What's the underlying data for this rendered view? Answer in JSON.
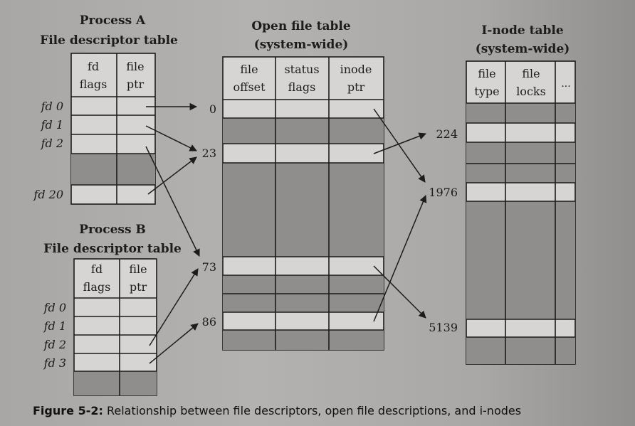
{
  "process_a": {
    "title": "Process A",
    "subtitle": "File descriptor table",
    "col1": [
      "fd",
      "flags"
    ],
    "col2": [
      "file",
      "ptr"
    ],
    "fds": [
      "fd 0",
      "fd 1",
      "fd 2",
      "fd 20"
    ]
  },
  "process_b": {
    "title": "Process B",
    "subtitle": "File descriptor table",
    "col1": [
      "fd",
      "flags"
    ],
    "col2": [
      "file",
      "ptr"
    ],
    "fds": [
      "fd 0",
      "fd 1",
      "fd 2",
      "fd 3"
    ]
  },
  "open_file_table": {
    "title": "Open file table",
    "subtitle": "(system-wide)",
    "col1": [
      "file",
      "offset"
    ],
    "col2": [
      "status",
      "flags"
    ],
    "col3": [
      "inode",
      "ptr"
    ],
    "entry_numbers": [
      "0",
      "23",
      "73",
      "86"
    ]
  },
  "inode_table": {
    "title": "I-node table",
    "subtitle": "(system-wide)",
    "col1": [
      "file",
      "type"
    ],
    "col2": [
      "file",
      "locks"
    ],
    "col3": "...",
    "entry_numbers": [
      "224",
      "1976",
      "5139"
    ]
  },
  "caption": {
    "label": "Figure 5-2:",
    "text": " Relationship between file descriptors, open file descriptions, and i-nodes"
  }
}
